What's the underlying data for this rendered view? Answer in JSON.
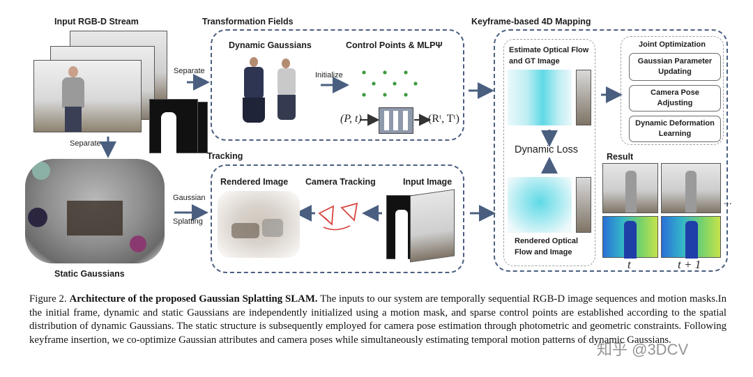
{
  "labels": {
    "input_stream": "Input RGB-D Stream",
    "transformation_fields": "Transformation Fields",
    "keyframe_mapping": "Keyframe-based 4D Mapping",
    "separate_top": "Separate",
    "separate_left": "Separate",
    "dynamic_gaussians": "Dynamic Gaussians",
    "control_points": "Control Points & MLPΨ",
    "initialize": "Initialize",
    "input_tuple": "(P, t)",
    "output_tuple": "(Rᵗ, Tᵗ)",
    "static_gaussians": "Static Gaussians",
    "gaussian": "Gaussian",
    "splatting": "Splatting",
    "tracking": "Tracking",
    "rendered_image": "Rendered Image",
    "camera_tracking": "Camera Tracking",
    "input_image": "Input Image",
    "estimate_flow_1": "Estimate Optical Flow",
    "estimate_flow_2": "and GT Image",
    "dynamic_loss": "Dynamic Loss",
    "rendered_flow_1": "Rendered Optical",
    "rendered_flow_2": "Flow and Image",
    "joint_optimization": "Joint Optimization",
    "opt_box_1_a": "Gaussian Parameter",
    "opt_box_1_b": "Updating",
    "opt_box_2_a": "Camera Pose",
    "opt_box_2_b": "Adjusting",
    "opt_box_3_a": "Dynamic Deformation",
    "opt_box_3_b": "Learning",
    "result": "Result",
    "ellipsis": "...",
    "t": "t",
    "t_plus_1": "t + 1"
  },
  "caption": {
    "figure_label": "Figure 2.",
    "title": "Architecture of the proposed Gaussian Splatting SLAM.",
    "body": "The inputs to our system are temporally sequential RGB-D image sequences and motion masks.In the initial frame, dynamic and static Gaussians are independently initialized using a motion mask, and sparse control points are established according to the spatial distribution of dynamic Gaussians.  The static structure is subsequently employed for camera pose estimation through photometric and geometric constraints.  Following keyframe insertion, we co-optimize Gaussian attributes and camera poses while simultaneously estimating temporal motion patterns of dynamic Gaussians."
  },
  "watermark": "知乎 @3DCV",
  "colors": {
    "dash_border": "#4a5f80",
    "arrow": "#4a5f80",
    "control_point": "#3e9a3e",
    "mlp_fill": "#8e99ab",
    "camera_red": "#d9433f",
    "flow_cyan": "#5fd9e6"
  }
}
